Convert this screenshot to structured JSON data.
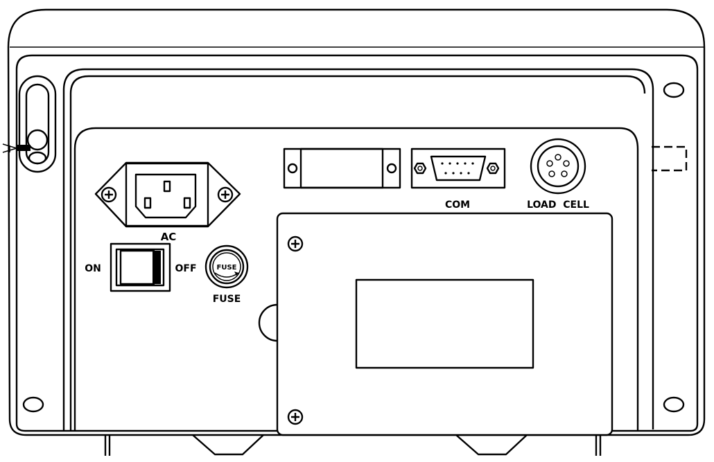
{
  "labels": {
    "ac": "AC",
    "on": "ON",
    "off": "OFF",
    "fuse_cap": "FUSE",
    "fuse": "FUSE",
    "com": "COM",
    "load_cell": "LOAD  CELL"
  },
  "colors": {
    "line": "#000000",
    "background": "#ffffff"
  }
}
